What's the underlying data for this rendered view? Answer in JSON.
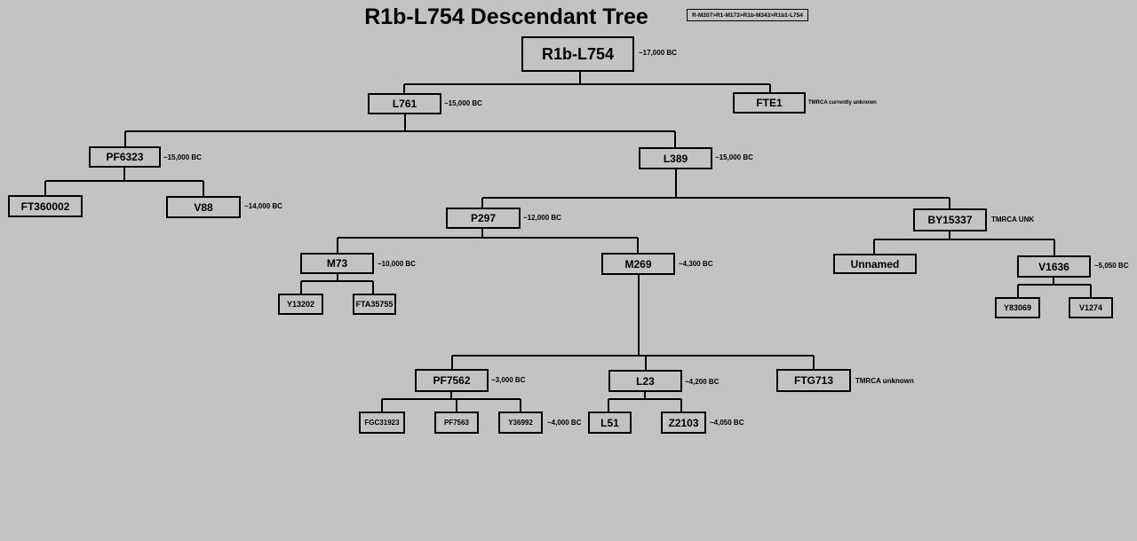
{
  "title": "R1b-L754 Descendant Tree",
  "lineage": "R-M207>R1-M173>R1b-M343>R1b1-L754",
  "nodes": {
    "root": "R1b-L754",
    "l761": "L761",
    "fte1": "FTE1",
    "pf6323": "PF6323",
    "l389": "L389",
    "ft360002": "FT360002",
    "v88": "V88",
    "p297": "P297",
    "by15337": "BY15337",
    "m73": "M73",
    "m269": "M269",
    "unnamed": "Unnamed",
    "v1636": "V1636",
    "y13202": "Y13202",
    "fta35755": "FTA35755",
    "y83069": "Y83069",
    "v1274": "V1274",
    "pf7562": "PF7562",
    "l23": "L23",
    "ftg713": "FTG713",
    "fgc31923": "FGC31923",
    "pf7563": "PF7563",
    "y36992": "Y36992",
    "l51": "L51",
    "z2103": "Z2103"
  },
  "dates": {
    "root": "~17,000 BC",
    "l761": "~15,000 BC",
    "fte1": "TMRCA currently unknown",
    "pf6323": "~15,000 BC",
    "l389": "~15,000 BC",
    "v88": "~14,000 BC",
    "p297": "~12,000 BC",
    "by15337": "TMRCA UNK",
    "m73": "~10,000 BC",
    "m269": "~4,300 BC",
    "v1636": "~5,050 BC",
    "pf7562": "~3,000 BC",
    "l23": "~4,200 BC",
    "ftg713": "TMRCA unknown",
    "y36992": "~4,000 BC",
    "z2103": "~4,050 BC"
  }
}
